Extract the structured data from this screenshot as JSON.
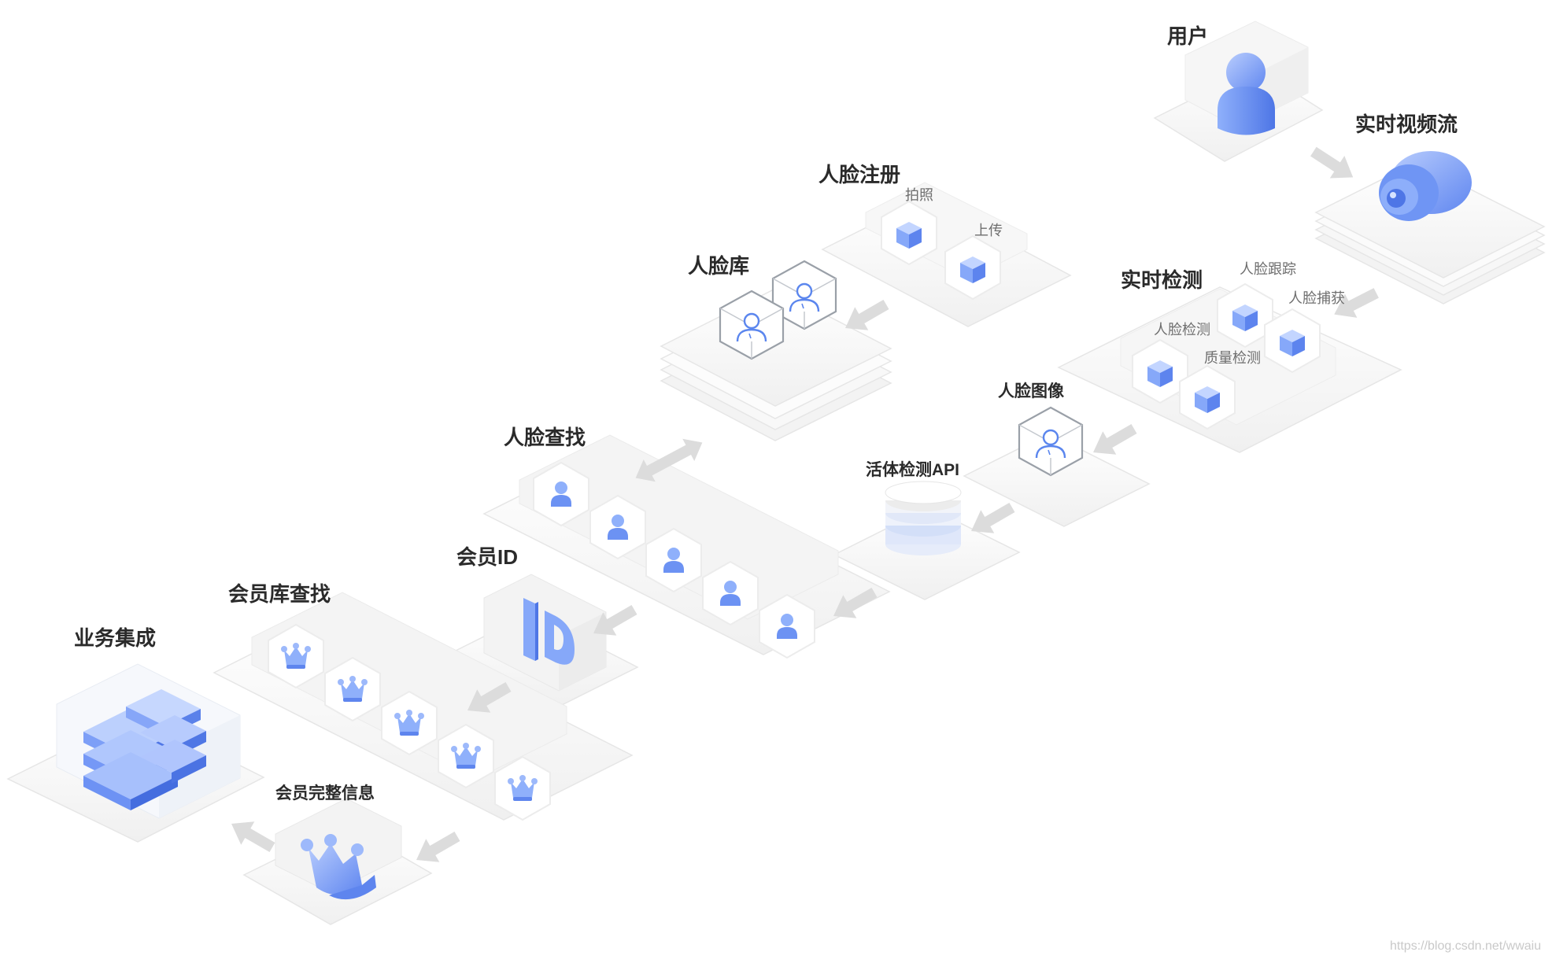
{
  "nodes": {
    "user": "用户",
    "video_stream": "实时视频流",
    "face_register": "人脸注册",
    "face_register_steps": [
      "拍照",
      "上传"
    ],
    "face_library": "人脸库",
    "realtime_detection": "实时检测",
    "realtime_detection_steps": [
      "人脸跟踪",
      "人脸捕获",
      "人脸检测",
      "质量检测"
    ],
    "face_image": "人脸图像",
    "liveness_api": "活体检测API",
    "face_search": "人脸查找",
    "member_id": "会员ID",
    "member_db_search": "会员库查找",
    "business_integration": "业务集成",
    "member_full_info": "会员完整信息"
  },
  "watermark": "https://blog.csdn.net/wwaiu",
  "colors": {
    "accent_blue": "#6f94f4",
    "icon_blue_light": "#9bb8fb",
    "platform_gray": "#f1f1f1",
    "arrow_gray": "#dcdcdc"
  }
}
